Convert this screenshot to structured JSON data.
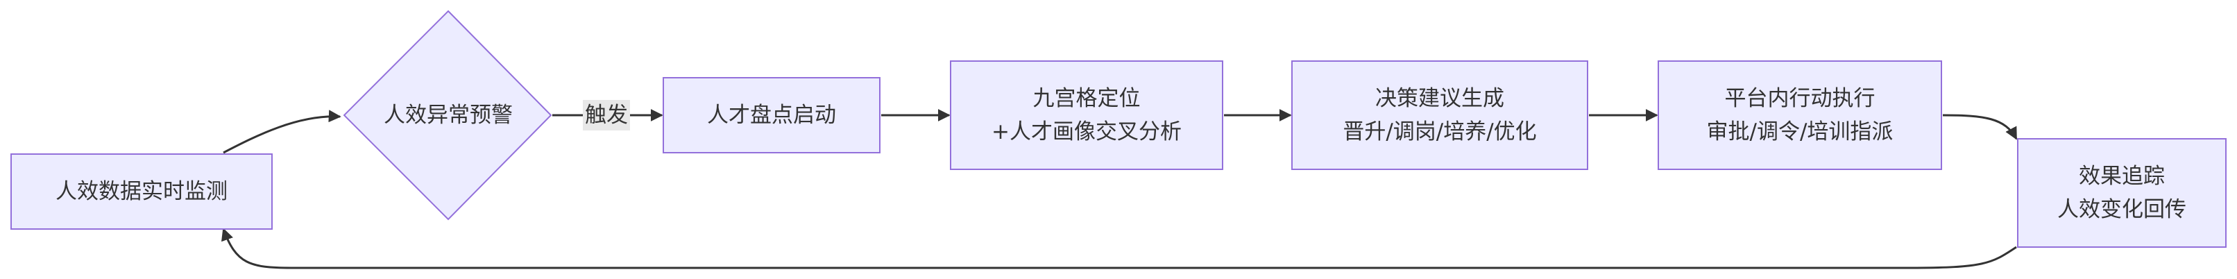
{
  "nodes": {
    "monitor": {
      "label": "人效数据实时监测"
    },
    "alert": {
      "label": "人效异常预警"
    },
    "review_start": {
      "label": "人才盘点启动"
    },
    "ninebox": {
      "line1": "九宫格定位",
      "line2": "+人才画像交叉分析"
    },
    "decision": {
      "line1": "决策建议生成",
      "line2": "晋升/调岗/培养/优化"
    },
    "execute": {
      "line1": "平台内行动执行",
      "line2": "审批/调令/培训指派"
    },
    "track": {
      "line1": "效果追踪",
      "line2": "人效变化回传"
    }
  },
  "edges": {
    "trigger_label": "触发"
  },
  "colors": {
    "node_fill": "#ECECFF",
    "node_stroke": "#9370DB",
    "edge": "#333333",
    "text": "#333333"
  }
}
